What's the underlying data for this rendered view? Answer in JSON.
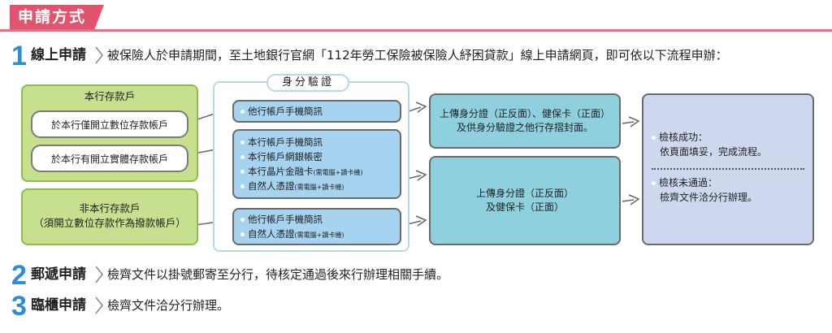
{
  "header": {
    "title": "申請方式"
  },
  "steps": [
    {
      "number": "1",
      "title": "線上申請",
      "desc": "被保險人於申請期間，至土地銀行官網「112年勞工保險被保險人紓困貸款」線上申請網頁，即可依以下流程申辦："
    },
    {
      "number": "2",
      "title": "郵遞申請",
      "desc": "檢齊文件以掛號郵寄至分行，待核定通過後來行辦理相關手續。"
    },
    {
      "number": "3",
      "title": "臨櫃申請",
      "desc": "檢齊文件洽分行辦理。"
    }
  ],
  "flow": {
    "existing_customer": {
      "title": "本行存款戶",
      "options": [
        "於本行僅開立數位存款帳戶",
        "於本行有開立實體存款帳戶"
      ]
    },
    "new_customer": {
      "title": "非本行存款戶",
      "subtitle": "（須開立數位存款作為撥款帳戶）"
    },
    "identity": {
      "label": "身分驗證",
      "group1": [
        "他行帳戶手機簡訊"
      ],
      "group2": [
        {
          "text": "本行帳戶手機簡訊",
          "note": ""
        },
        {
          "text": "本行帳戶網銀帳密",
          "note": ""
        },
        {
          "text": "本行晶片金融卡",
          "note": "(需電腦+讀卡機)"
        },
        {
          "text": "自然人憑證",
          "note": "(需電腦+讀卡機)"
        }
      ],
      "group3": [
        {
          "text": "他行帳戶手機簡訊",
          "note": ""
        },
        {
          "text": "自然人憑證",
          "note": "(需電腦+讀卡機)"
        }
      ]
    },
    "upload1": [
      "上傳身分證（正反面）、健保卡（正面）",
      "及供身分驗證之他行存摺封面。"
    ],
    "upload2": [
      "上傳身分證（正反面）",
      "及健保卡（正面）"
    ],
    "result": {
      "success": [
        "檢核成功：",
        "依頁面填妥，完成流程。"
      ],
      "fail": [
        "檢核未通過：",
        "檢齊文件洽分行辦理。"
      ]
    }
  }
}
